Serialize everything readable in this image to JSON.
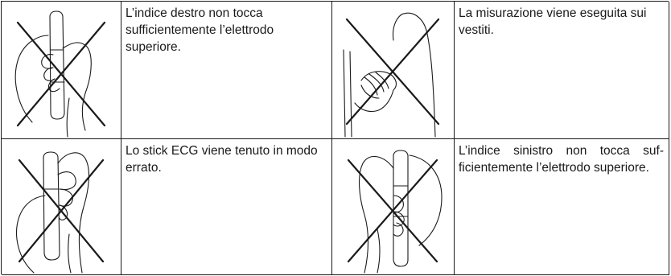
{
  "rows": [
    {
      "left_text": "L’indice destro non tocca sufficientemente l’elettrodo superiore.",
      "left_icon": "hand-holding-ecg-stick-crossed-icon",
      "right_text": "La misurazione viene eseguita sui vestiti.",
      "right_icon": "measurement-over-clothing-crossed-icon"
    },
    {
      "left_text": "Lo stick ECG viene tenuto in modo errato.",
      "left_icon": "wrong-grip-ecg-stick-crossed-icon",
      "right_text": "L’indice sinistro non tocca suf­ficientemente l’elettrodo supe­riore.",
      "right_icon": "left-index-not-touching-crossed-icon"
    }
  ]
}
